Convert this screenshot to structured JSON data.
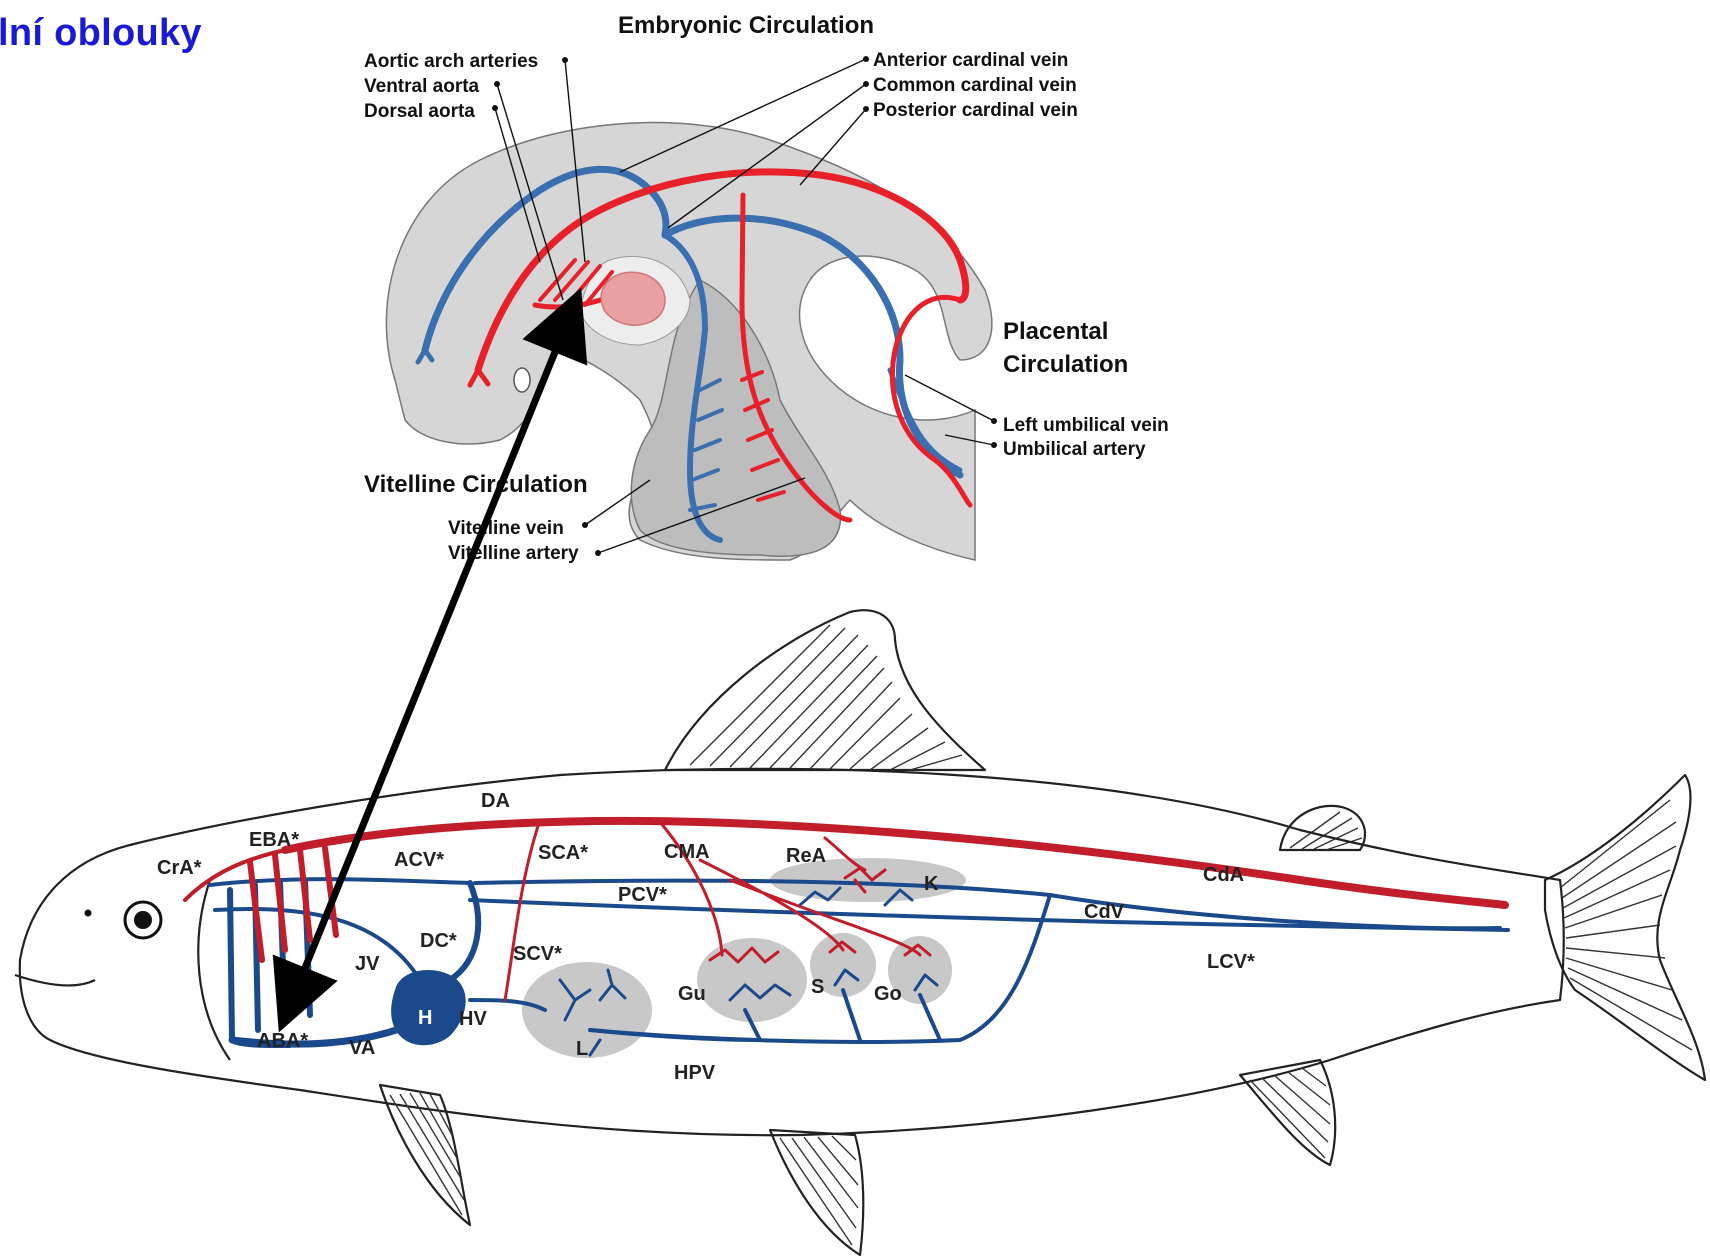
{
  "slide_title": "lní oblouky",
  "embryo": {
    "title": "Embryonic Circulation",
    "labels_left": {
      "aortic_arch_arteries": "Aortic arch arteries",
      "ventral_aorta": "Ventral aorta",
      "dorsal_aorta": "Dorsal aorta"
    },
    "labels_right": {
      "anterior_cardinal_vein": "Anterior cardinal vein",
      "common_cardinal_vein": "Common cardinal vein",
      "posterior_cardinal_vein": "Posterior cardinal vein"
    },
    "placental": {
      "title_line1": "Placental",
      "title_line2": "Circulation",
      "left_umbilical_vein": "Left umbilical vein",
      "umbilical_artery": "Umbilical artery"
    },
    "vitelline": {
      "title": "Vitelline Circulation",
      "vitelline_vein": "Vitelline vein",
      "vitelline_artery": "Vitelline artery"
    },
    "colors": {
      "artery": "#e8202a",
      "vein": "#3a6fb0",
      "body": "#d6d6d6",
      "heart": "#e8a0a0"
    }
  },
  "fish": {
    "labels": {
      "DA": "DA",
      "EBA": "EBA*",
      "CrA": "CrA*",
      "ACV": "ACV*",
      "SCA": "SCA*",
      "CMA": "CMA",
      "ReA": "ReA",
      "K": "K",
      "PCV": "PCV*",
      "CdA": "CdA",
      "CdV": "CdV",
      "DC": "DC*",
      "SCV": "SCV*",
      "JV": "JV",
      "LCV": "LCV*",
      "Gu": "Gu",
      "S": "S",
      "Go": "Go",
      "H": "H",
      "HV": "HV",
      "ABA": "ABA*",
      "VA": "VA",
      "L": "L",
      "HPV": "HPV"
    },
    "colors": {
      "artery": "#c11d2a",
      "vein": "#1a4a8c",
      "organ": "#c8c8c8",
      "heart": "#1a4a8c"
    }
  },
  "arrow": {
    "color": "#000000"
  }
}
